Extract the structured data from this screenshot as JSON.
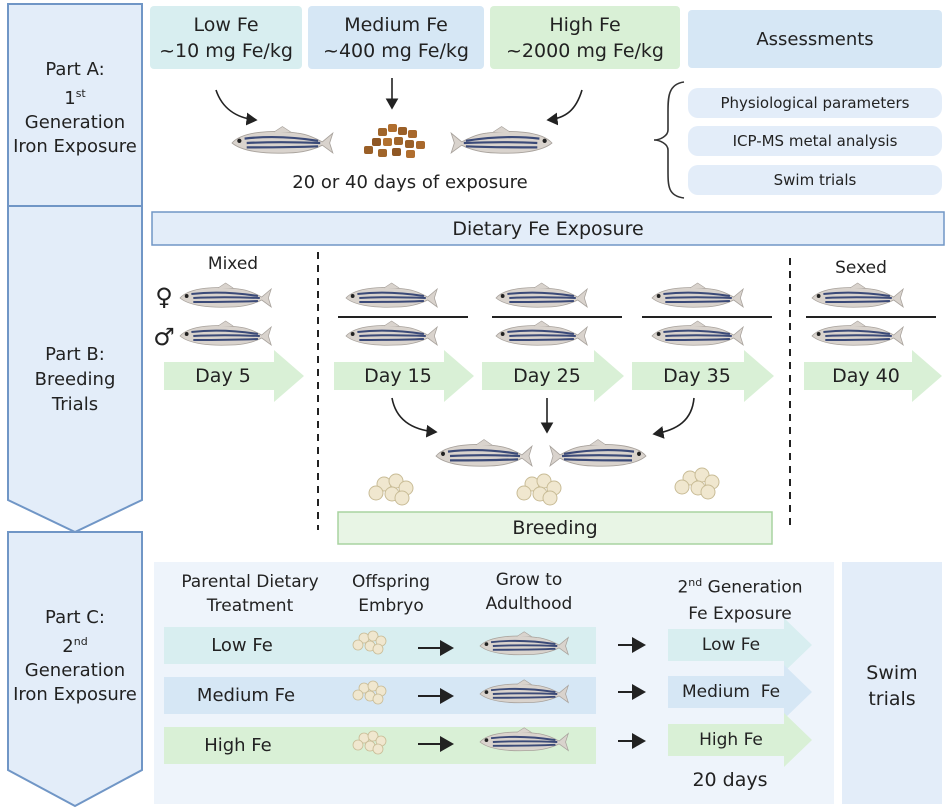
{
  "part_a": {
    "label": [
      "Part A:",
      "1",
      "st",
      "Generation",
      "Iron Exposure"
    ],
    "diets": [
      {
        "name": "Low Fe",
        "dose": "~10 mg Fe/kg"
      },
      {
        "name": "Medium Fe",
        "dose": "~400 mg Fe/kg"
      },
      {
        "name": "High Fe",
        "dose": "~2000 mg Fe/kg"
      }
    ],
    "assessments_title": "Assessments",
    "assessments": [
      "Physiological parameters",
      "ICP-MS metal analysis",
      "Swim trials"
    ],
    "exposure_text": "20 or 40 days of exposure"
  },
  "part_b": {
    "label": [
      "Part B:",
      "Breeding",
      "Trials"
    ],
    "banner": "Dietary Fe Exposure",
    "mixed": "Mixed",
    "sexed": "Sexed",
    "female_symbol": "♀",
    "male_symbol": "♂",
    "days": [
      "Day 5",
      "Day 15",
      "Day 25",
      "Day 35",
      "Day 40"
    ],
    "breeding": "Breeding"
  },
  "part_c": {
    "label": [
      "Part C:",
      "2",
      "nd",
      "Generation",
      "Iron Exposure"
    ],
    "col_headers": {
      "parental_1": "Parental Dietary",
      "parental_2": "Treatment",
      "offspring_1": "Offspring",
      "offspring_2": "Embryo",
      "grow_1": "Grow to",
      "grow_2": "Adulthood",
      "second_num": "2",
      "second_sup": "nd",
      "second_rest": " Generation",
      "second_2": "Fe Exposure"
    },
    "rows": [
      "Low Fe",
      "Medium Fe",
      "High Fe"
    ],
    "exposures": [
      "Low Fe",
      "Medium  Fe",
      "High Fe"
    ],
    "duration": "20 days",
    "swim_1": "Swim",
    "swim_2": "trials"
  },
  "colors": {
    "low": "#d8eef0",
    "medium": "#d6e7f5",
    "high": "#d9f0d6",
    "side_fill": "#e3edf9",
    "side_stroke": "#6f94c4",
    "fish_body": "#d8d2cc",
    "fish_stripe": "#3f4f7a"
  }
}
